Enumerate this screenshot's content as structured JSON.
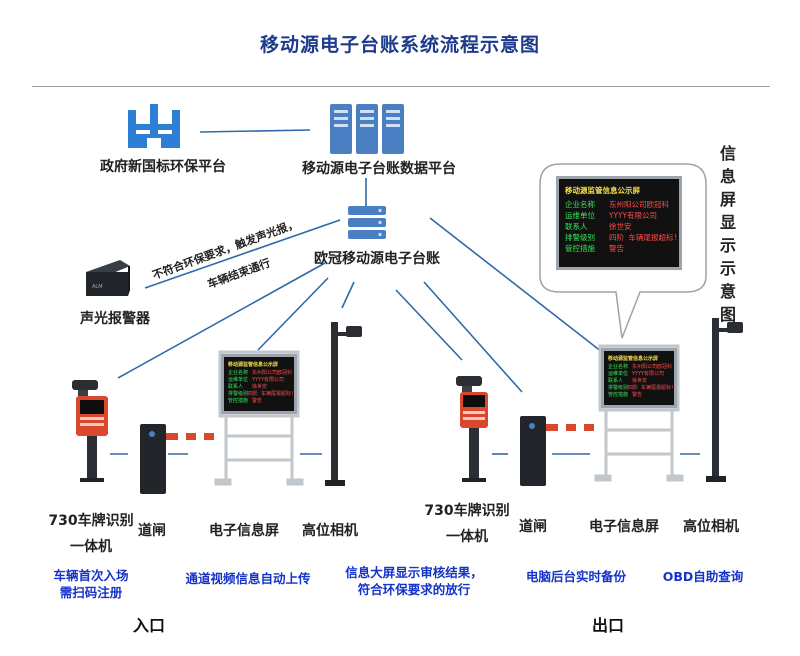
{
  "title": "移动源电子台账系统流程示意图",
  "nodes": {
    "gov_platform": "政府新国标环保平台",
    "data_platform": "移动源电子台账数据平台",
    "ledger_server": "欧冠移动源电子台账",
    "alarm": "声光报警器"
  },
  "alarm_edge_text": [
    "不符合环保要求，触发声光报，",
    "车辆结束通行"
  ],
  "info_screen_callout": "信息屏显示示意图",
  "info_screen": {
    "header": "移动源监管信息公示屏",
    "rows": [
      {
        "key": "企业名称",
        "value": "东州阳公司欧冠科"
      },
      {
        "key": "运维单位",
        "value": "YYYY有限公司"
      },
      {
        "key": "联系人",
        "value": "徐世安"
      },
      {
        "key": "排警级别",
        "value": "四阶  车辆尾报超标!"
      },
      {
        "key": "管控措施",
        "value": "警告"
      }
    ]
  },
  "entrance": {
    "labels": {
      "plate_camera": [
        "730车牌识别",
        "一体机"
      ],
      "gate": "道闸",
      "screen": "电子信息屏",
      "hd_camera": "高位相机"
    },
    "notes": {
      "first_entry": [
        "车辆首次入场",
        "需扫码注册"
      ],
      "upload": "通道视频信息自动上传",
      "review": [
        "信息大屏显示审核结果，",
        "符合环保要求的放行"
      ]
    },
    "title": "入口"
  },
  "exit": {
    "labels": {
      "plate_camera": [
        "730车牌识别",
        "一体机"
      ],
      "gate": "道闸",
      "screen": "电子信息屏",
      "hd_camera": "高位相机"
    },
    "notes": {
      "backup": "电脑后台实时备份",
      "obd": "OBD自助查询"
    },
    "title": "出口"
  },
  "colors": {
    "line": "#2e6aa8",
    "note_text": "#1533c8",
    "gov_icon": "#2d7fd6",
    "server": "#4a7fc4"
  }
}
